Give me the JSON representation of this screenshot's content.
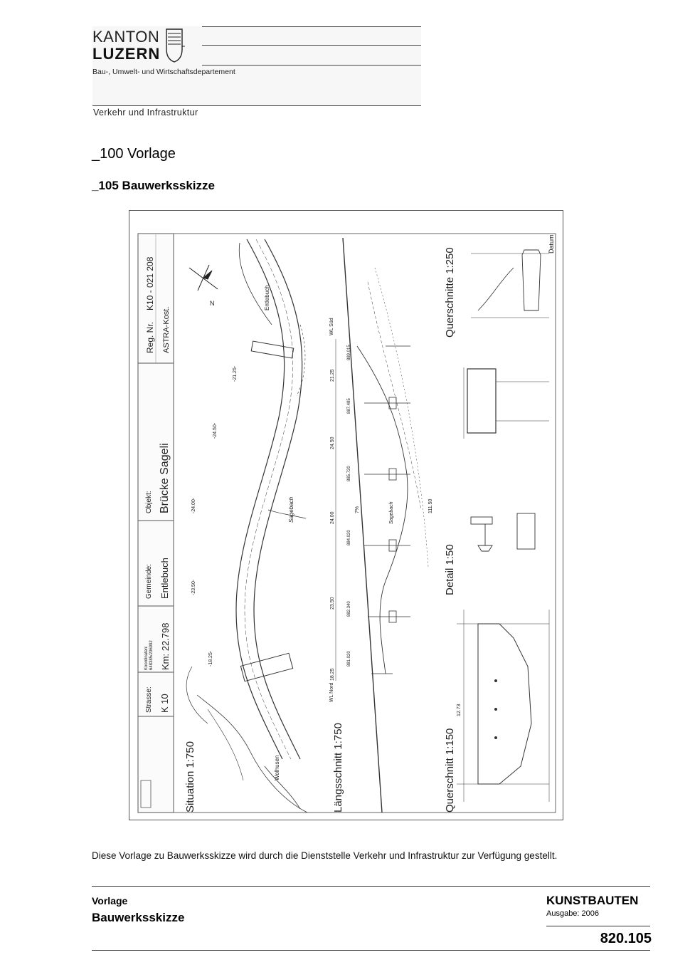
{
  "letterhead": {
    "logo_line1": "KANTON",
    "logo_line2": "LUZERN",
    "department": "Bau-, Umwelt- und Wirtschaftsdepartement",
    "unit": "Verkehr und Infrastruktur"
  },
  "section_title": "_100 Vorlage",
  "subsection_title": "_105 Bauwerksskizze",
  "sketch": {
    "titleblock": {
      "reg_label": "Reg. Nr.",
      "reg_value": "K10 - 021 208",
      "astra": "ASTRA-Kost.",
      "objekt_label": "Objekt:",
      "objekt_value": "Brücke Sageli",
      "gemeinde_label": "Gemeinde:",
      "gemeinde_value": "Entlebuch",
      "koordinaten_label": "Koordinaten:",
      "koordinaten_value": "648385/206992",
      "km_value": "Km: 22.798",
      "strasse_label": "Strasse:",
      "strasse_value": "K 10"
    },
    "views": {
      "situation": "Situation 1:750",
      "laengsschnitt": "Längsschnitt 1:750",
      "querschnitte": "Querschnitte 1:250",
      "detail": "Detail 1:50",
      "querschnitt": "Querschnitt 1:150"
    },
    "labels": {
      "datum": "Datum",
      "entlebuch": "Entlebuch",
      "wolhusen": "Wolhusen",
      "sagebach": "Sagebach",
      "wl_sued": "WL Süd",
      "wl_nord": "WL Nord"
    },
    "spans": [
      "18.25",
      "23.50",
      "24.00",
      "24.50",
      "21.25"
    ],
    "total_length": "111.50",
    "elevations": [
      "881.020",
      "882.340",
      "884.020",
      "885.720",
      "887.485",
      "889.015"
    ],
    "gradient": "7%",
    "width": "12.73"
  },
  "body_text": "Diese Vorlage zu Bauwerksskizze wird durch die Dienststelle Verkehr und Infrastruktur zur Verfügung gestellt.",
  "footer": {
    "label_small": "Vorlage",
    "label_big": "Bauwerksskizze",
    "chapter": "KUNSTBAUTEN",
    "edition": "Ausgabe: 2006",
    "doc_number": "820.105"
  }
}
